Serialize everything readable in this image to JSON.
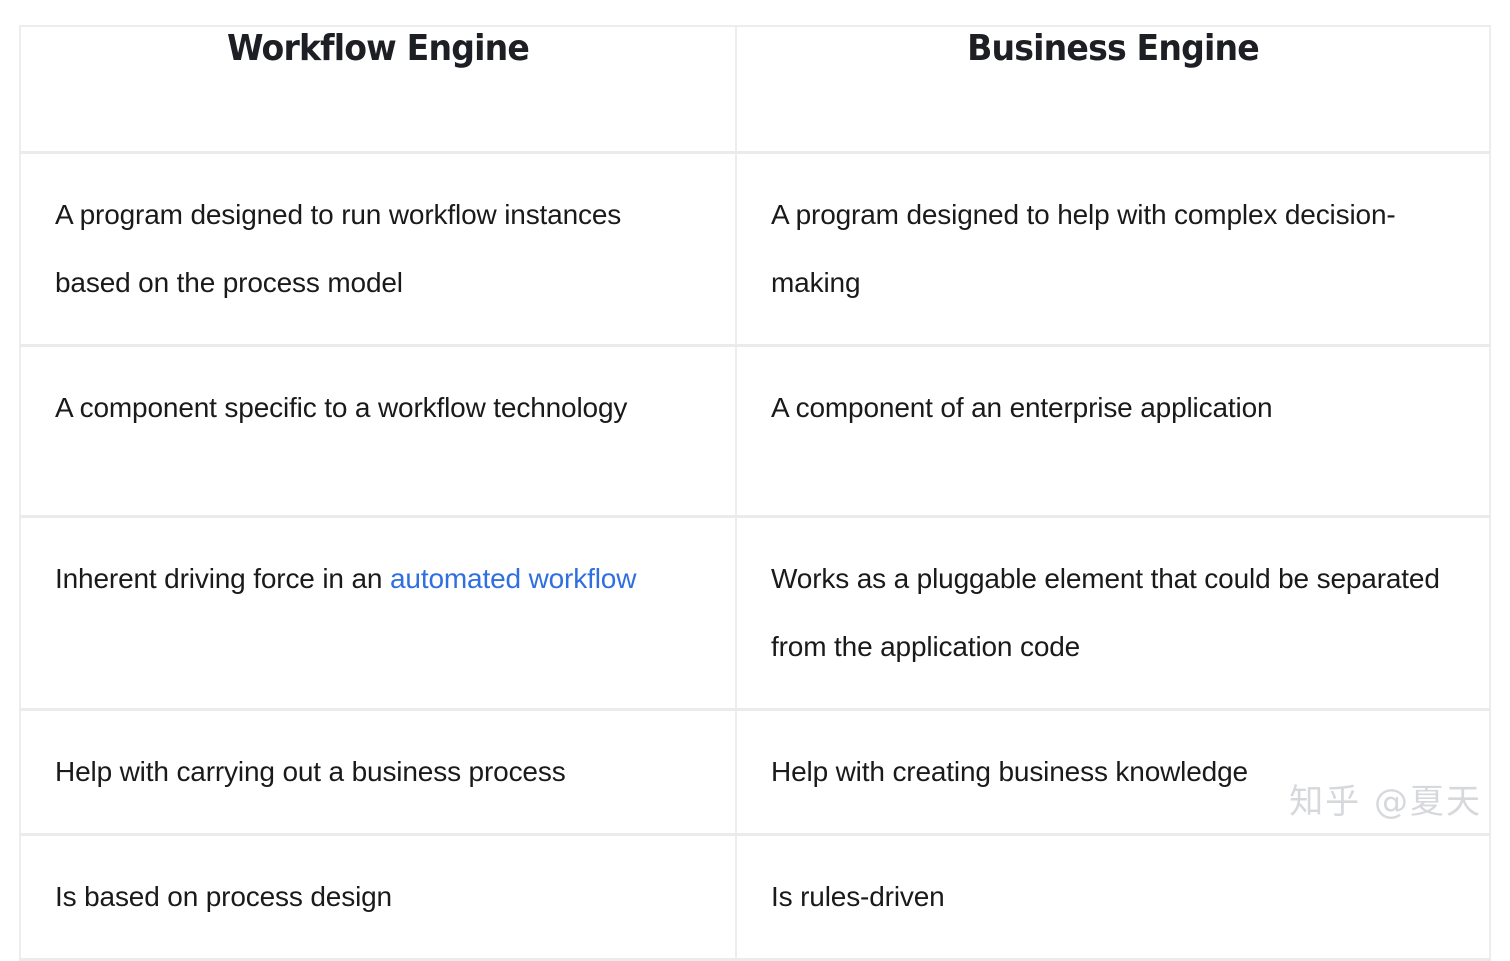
{
  "table": {
    "headers": [
      {
        "label": "Workflow Engine"
      },
      {
        "label": "Business Engine"
      }
    ],
    "rows": [
      {
        "workflow": "A program designed to run workflow instances based on the process model",
        "business": "A program designed to help with complex decision-making"
      },
      {
        "workflow": "A component specific to a workflow technology",
        "business": "A component of an enterprise application"
      },
      {
        "workflow_prefix": "Inherent driving force in an ",
        "workflow_link": "automated workflow",
        "business": "Works as a pluggable element that could be separated from the application code"
      },
      {
        "workflow": "Help with carrying out a business process",
        "business": "Help with creating business knowledge"
      },
      {
        "workflow": "Is based on process design",
        "business": "Is rules-driven"
      }
    ]
  },
  "watermark": {
    "text": "知乎 @夏天"
  },
  "colors": {
    "link": "#2f6fdf",
    "text": "#1a1a1a",
    "header_text": "#1d1f24",
    "border": "#e9ebed",
    "watermark": "#d6d8dc"
  }
}
